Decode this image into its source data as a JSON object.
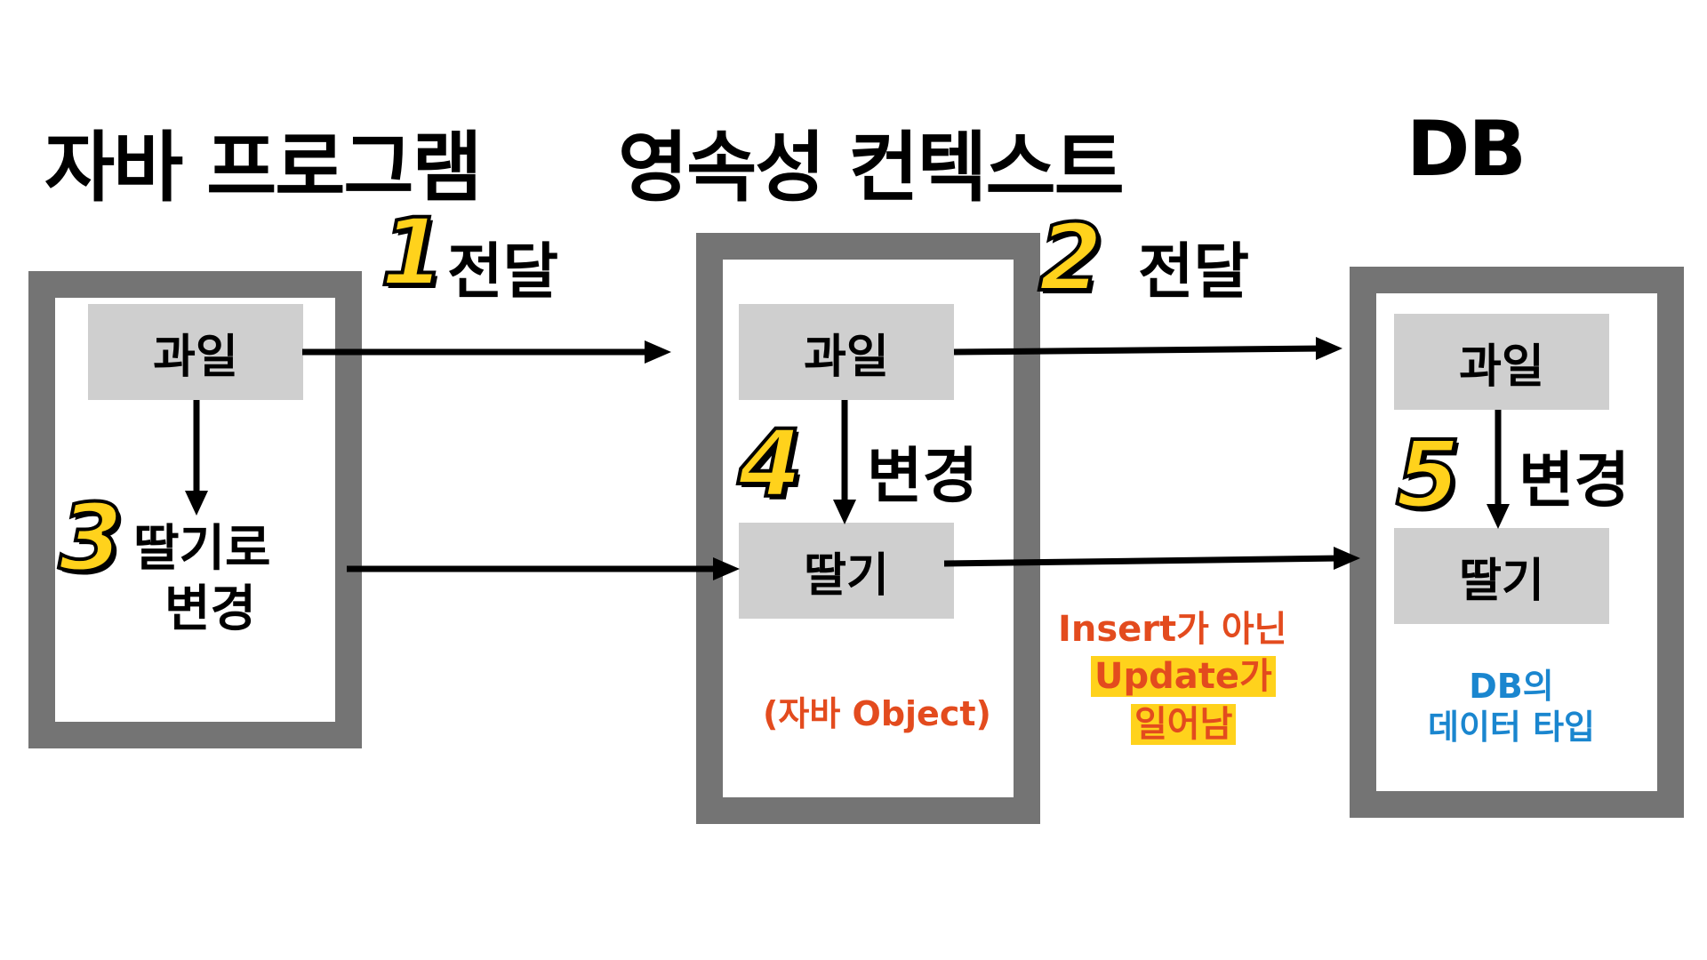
{
  "headings": {
    "java_program": "자바 프로그램",
    "persistence_context": "영속성 컨텍스트",
    "db": "DB"
  },
  "left_panel": {
    "cell_fruit": "과일",
    "step3_number": "3",
    "step3_line1": "딸기로",
    "step3_line2": "변경"
  },
  "middle_panel": {
    "cell_fruit": "과일",
    "cell_strawberry": "딸기",
    "step4_number": "4",
    "step4_label": "변경",
    "note": "(자바 Object)"
  },
  "right_panel": {
    "cell_fruit": "과일",
    "cell_strawberry": "딸기",
    "step5_number": "5",
    "step5_label": "변경",
    "note_line1": "DB의",
    "note_line2": "데이터 타입"
  },
  "steps": {
    "step1_number": "1",
    "step1_label": "전달",
    "step2_number": "2",
    "step2_label": "전달"
  },
  "update_note": {
    "line1": "Insert가 아닌",
    "line2": "Update가",
    "line3": "일어남"
  },
  "colors": {
    "panel_border": "#747474",
    "cell_bg": "#cfcfcf",
    "number_yellow": "#ffd21c",
    "note_red": "#e34b1e",
    "note_blue": "#1a86cf"
  }
}
